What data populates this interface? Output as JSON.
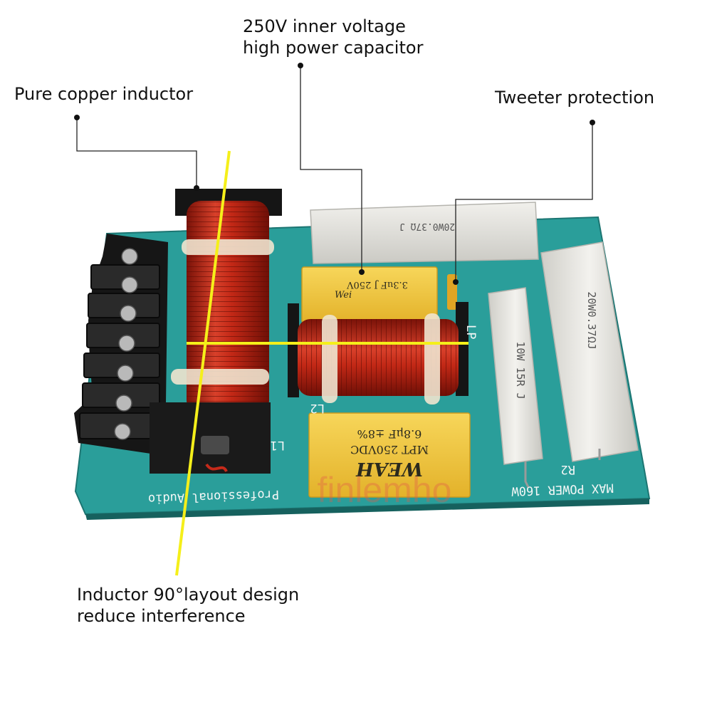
{
  "labels": {
    "capacitor": {
      "line1": "250V inner voltage",
      "line2": "high power capacitor"
    },
    "inductor": "Pure copper inductor",
    "tweeter": "Tweeter protection",
    "layout": {
      "line1": "Inductor 90°layout design",
      "line2": "reduce interference"
    }
  },
  "board": {
    "silkscreen": "Professional Audio",
    "max_power": "MAX POWER 160W",
    "ref_l1": "L1",
    "ref_l2": "L2",
    "ref_r2": "R2",
    "ref_lp": "LP"
  },
  "components": {
    "resistor_top": "20W0.37Ω J",
    "resistor_right": "20W0.37ΩJ",
    "resistor_mid": "10W 15R J",
    "capacitor_small": "3.3uF J 250V",
    "capacitor_brand": "Wei",
    "capacitor_large_brand": "WEAH",
    "capacitor_large_line1": "MPT 250VDC",
    "capacitor_large_line2": "6.8μF ±8%"
  },
  "watermark": "finlemho",
  "colors": {
    "pcb": "#2a9e9a",
    "copper": "#c62a1a",
    "capacitor": "#f2c73a",
    "resistor": "#e9e8e3",
    "guide_line": "#f5ef1a"
  }
}
